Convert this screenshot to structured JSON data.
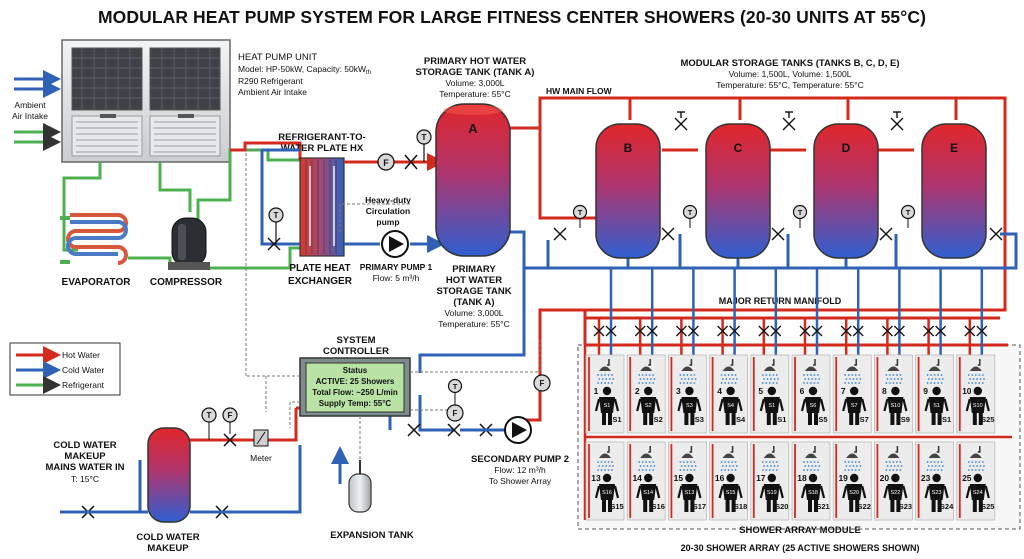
{
  "title": "MODULAR HEAT PUMP SYSTEM FOR LARGE FITNESS CENTER SHOWERS (20-30 UNITS AT 55°C)",
  "colors": {
    "hot": "#d42a1e",
    "cold": "#2f62b4",
    "refrigerant": "#4caf50",
    "controller_bg": "#b9e3a4"
  },
  "heat_pump": {
    "title": "HEAT PUMP UNIT",
    "model": "Model: HP-50kW, Capacity: 50kW",
    "model_sub": "th",
    "refrigerant": "R290 Refrigerant",
    "intake": "Ambient Air Intake",
    "ambient_line1": "Ambient",
    "ambient_line2": "Air Intake"
  },
  "evaporator_label": "EVAPORATOR",
  "compressor_label": "COMPRESSOR",
  "plate_hx": {
    "top_line1": "REFRIGERANT-TO-",
    "top_line2": "WATER PLATE HX",
    "bottom_line1": "PLATE HEAT",
    "bottom_line2": "EXCHANGER"
  },
  "circ_pump": {
    "line1": "Heavy-duty",
    "line2": "Circulation",
    "line3": "pump"
  },
  "primary_pump": {
    "label": "PRIMARY PUMP 1",
    "flow": "Flow: 5 m³/h"
  },
  "tank_a": {
    "letter": "A",
    "top_line1": "PRIMARY HOT WATER",
    "top_line2": "STORAGE TANK (TANK A)",
    "top_volume": "Volume: 3,000L",
    "top_temp": "Temperature: 55°C",
    "bottom_line1": "PRIMARY",
    "bottom_line2": "HOT WATER",
    "bottom_line3": "STORAGE TANK",
    "bottom_line4": "(TANK A)",
    "bottom_volume": "Volume: 3,000L",
    "bottom_temp": "Temperature: 55°C"
  },
  "hw_main_flow": "HW MAIN FLOW",
  "modular_tanks": {
    "title": "MODULAR STORAGE TANKS (TANKS B, C, D, E)",
    "volume": "Volume: 1,500L, Volume: 1,500L",
    "temp": "Temperature: 55°C, Temperature: 55°C",
    "letters": [
      "B",
      "C",
      "D",
      "E"
    ]
  },
  "return_manifold": "MAJOR RETURN MANIFOLD",
  "controller": {
    "title_line1": "SYSTEM",
    "title_line2": "CONTROLLER",
    "status": "Status",
    "active": "ACTIVE: 25 Showers",
    "flow": "Total Flow: ~250 L/min",
    "temp": "Supply Temp: 55°C"
  },
  "legend": {
    "hot": "Hot Water",
    "cold": "Cold Water",
    "refrigerant": "Refrigerant"
  },
  "cold_makeup": {
    "top_line1": "COLD WATER",
    "top_line2": "MAKEUP",
    "top_line3": "MAINS WATER IN",
    "top_line4": "T: 15°C",
    "bottom_line1": "COLD WATER",
    "bottom_line2": "MAKEUP"
  },
  "meter_label": "Meter",
  "expansion_tank": "EXPANSION TANK",
  "secondary_pump": {
    "label": "SECONDARY PUMP 2",
    "flow": "Flow: 12 m³/h",
    "to": "To Shower Array"
  },
  "gauge_letters": {
    "temperature": "T",
    "flow": "F"
  },
  "shower_array": {
    "module_label": "SHOWER ARRAY MODULE",
    "caption": "20-30 SHOWER ARRAY (25 ACTIVE SHOWERS SHOWN)",
    "row1": [
      {
        "num": "1",
        "shirt": "S1",
        "tag": "S1"
      },
      {
        "num": "2",
        "shirt": "S2",
        "tag": "S2"
      },
      {
        "num": "3",
        "shirt": "S3",
        "tag": "S3"
      },
      {
        "num": "4",
        "shirt": "S4",
        "tag": "S4"
      },
      {
        "num": "5",
        "shirt": "S1",
        "tag": "S1"
      },
      {
        "num": "6",
        "shirt": "S6",
        "tag": "S5"
      },
      {
        "num": "7",
        "shirt": "S7",
        "tag": "S7"
      },
      {
        "num": "8",
        "shirt": "S10",
        "tag": "S9"
      },
      {
        "num": "9",
        "shirt": "S1",
        "tag": "S1"
      },
      {
        "num": "10",
        "shirt": "S10",
        "tag": "S25"
      }
    ],
    "row2": [
      {
        "num": "13",
        "shirt": "S16",
        "tag": "S15"
      },
      {
        "num": "14",
        "shirt": "S14",
        "tag": "S16"
      },
      {
        "num": "15",
        "shirt": "S13",
        "tag": "S17"
      },
      {
        "num": "16",
        "shirt": "S15",
        "tag": "S18"
      },
      {
        "num": "17",
        "shirt": "S19",
        "tag": "S20"
      },
      {
        "num": "18",
        "shirt": "S18",
        "tag": "S21"
      },
      {
        "num": "19",
        "shirt": "S20",
        "tag": "S22"
      },
      {
        "num": "20",
        "shirt": "S22",
        "tag": "S23"
      },
      {
        "num": "23",
        "shirt": "S23",
        "tag": "S24"
      },
      {
        "num": "25",
        "shirt": "S24",
        "tag": "S25"
      }
    ]
  }
}
